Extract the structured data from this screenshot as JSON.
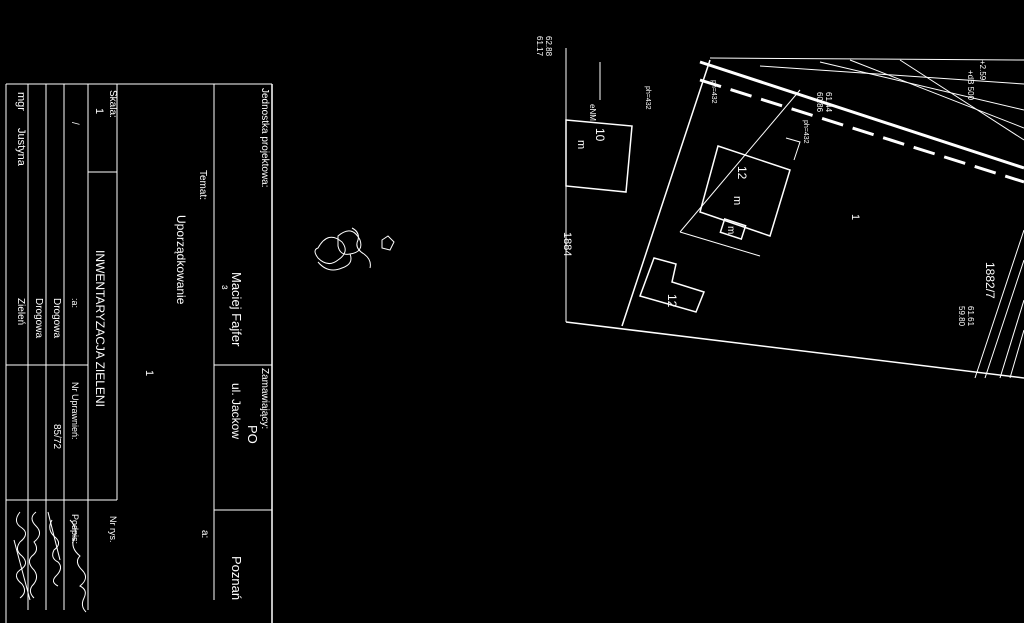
{
  "title_block": {
    "unit_label": "Jednostka projektowa:",
    "unit_name_1": "Maciej Fajfer",
    "unit_name_2": "ɜ",
    "client_label": "Zamawiający:",
    "client_name": "PO",
    "client_address": "ul. Jackow",
    "client_city": "Poznań",
    "client_extra": "a:",
    "topic_label": "Temat:",
    "topic_text": "Uporządkowanie",
    "scale_label": "Skala:",
    "scale_value": "1",
    "sheet_no_label": "Nr rys.",
    "drawing_title": "INWENTARYZACJA ZIELENI",
    "drawing_number": "1",
    "role_label": ":a:",
    "license_label": "Nr Uprawnień:",
    "license_value": "85/72",
    "signature_label": "Podpis:",
    "row1_col1": "/",
    "row2_col1": "Drogowa",
    "row3_col1": "Drogowa",
    "row4_col1": "Zieleń",
    "person_title": "mgr",
    "person_name": "Justyna"
  },
  "map_labels": {
    "coord_top_1": "62.88",
    "coord_top_2": "61.17",
    "coord_mid_1": "61.44",
    "coord_mid_2": "60.86",
    "coord_right_1": "61.61",
    "coord_right_2": "59.80",
    "parcel_left": "1884",
    "parcel_right": "1882/7",
    "building_10": "10",
    "building_12a": "12",
    "building_12b": "12",
    "label_m1": "m",
    "label_m2": "m",
    "label_m3": "m",
    "label_1": "1",
    "label_nm": "eNM",
    "label_top_a": "+2.59",
    "label_top_b": "+dB 500",
    "label_ph1": "ph=432",
    "label_ph2": "ph=432",
    "label_ph3": "ph=432"
  }
}
